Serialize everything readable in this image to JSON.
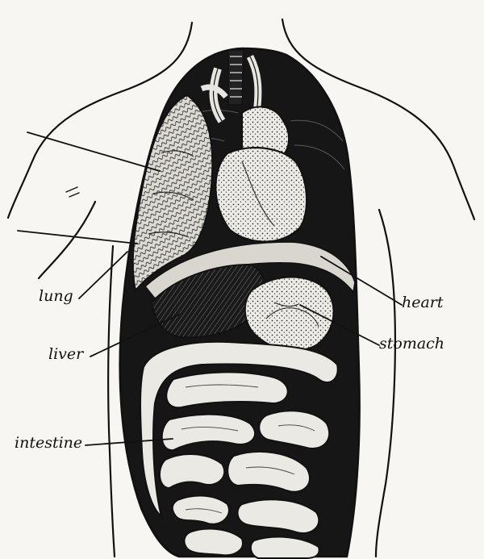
{
  "labels": {
    "lung": "lung",
    "heart": "heart",
    "liver": "liver",
    "stomach": "stomach",
    "intestine": "intestine"
  },
  "colors": {
    "paper": "#f7f6f2",
    "ink": "#111111",
    "cavity": "#141414",
    "organ": "#e9e7e1"
  }
}
